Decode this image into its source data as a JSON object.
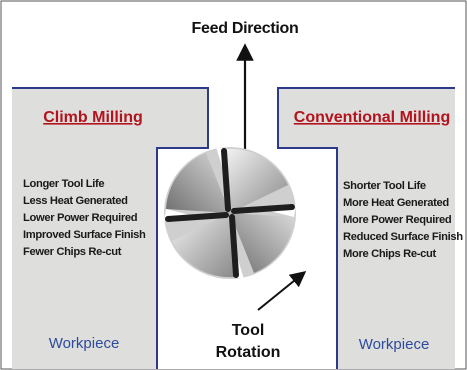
{
  "feed_direction": "Feed Direction",
  "left_panel": {
    "heading": "Climb Milling",
    "items": [
      "Longer Tool Life",
      "Less Heat Generated",
      "Lower Power Required",
      "Improved Surface Finish",
      "Fewer Chips Re-cut"
    ],
    "footer": "Workpiece"
  },
  "right_panel": {
    "heading": "Conventional Milling",
    "items": [
      "Shorter Tool Life",
      "More Heat Generated",
      "More Power Required",
      "Reduced Surface Finish",
      "More Chips Re-cut"
    ],
    "footer": "Workpiece"
  },
  "tool_rotation": {
    "line1": "Tool",
    "line2": "Rotation"
  },
  "colors": {
    "workpiece_fill": "#dededc",
    "border_blue": "#2c3a8c",
    "heading_red": "#b3131d",
    "workpiece_text": "#2d4a9c",
    "text_dark": "#111111"
  }
}
